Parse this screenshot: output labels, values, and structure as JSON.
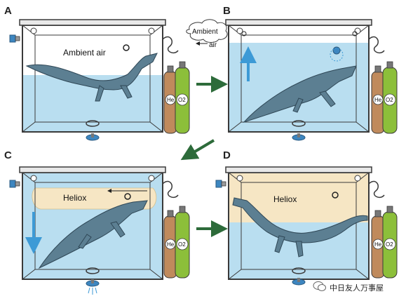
{
  "panels": [
    {
      "id": "A",
      "label": "A",
      "gas_label": "Ambient air"
    },
    {
      "id": "B",
      "label": "B",
      "bubble_text_1": "Ambient",
      "bubble_text_2": "air"
    },
    {
      "id": "C",
      "label": "C",
      "gas_label": "Heliox"
    },
    {
      "id": "D",
      "label": "D",
      "gas_label": "Heliox"
    }
  ],
  "tank_labels": {
    "helium": "He",
    "oxygen": "O2"
  },
  "watermark": "中日友人万事屋",
  "colors": {
    "water": "#b9def0",
    "heliox": "#f6e6c4",
    "frame": "#3a3a3a",
    "tank_he": "#c08a5c",
    "tank_o2": "#8cbf3a",
    "arrow": "#2d6b3a",
    "flow_arrow": "#3d9ad6",
    "alligator": "#5c7f92"
  }
}
